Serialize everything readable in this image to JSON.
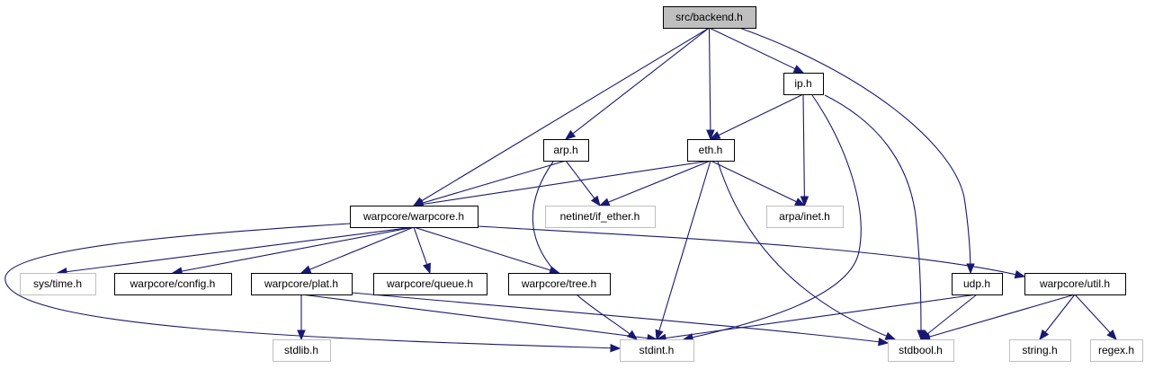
{
  "nodes": [
    {
      "id": "backend",
      "label": "src/backend.h",
      "style": "root"
    },
    {
      "id": "ip",
      "label": "ip.h",
      "style": "dark"
    },
    {
      "id": "arp",
      "label": "arp.h",
      "style": "dark"
    },
    {
      "id": "eth",
      "label": "eth.h",
      "style": "dark"
    },
    {
      "id": "warpcore",
      "label": "warpcore/warpcore.h",
      "style": "dark"
    },
    {
      "id": "if_ether",
      "label": "netinet/if_ether.h",
      "style": "ext"
    },
    {
      "id": "inet",
      "label": "arpa/inet.h",
      "style": "ext"
    },
    {
      "id": "systime",
      "label": "sys/time.h",
      "style": "ext"
    },
    {
      "id": "config",
      "label": "warpcore/config.h",
      "style": "dark"
    },
    {
      "id": "plat",
      "label": "warpcore/plat.h",
      "style": "dark"
    },
    {
      "id": "queue",
      "label": "warpcore/queue.h",
      "style": "dark"
    },
    {
      "id": "tree",
      "label": "warpcore/tree.h",
      "style": "dark"
    },
    {
      "id": "udp",
      "label": "udp.h",
      "style": "dark"
    },
    {
      "id": "util",
      "label": "warpcore/util.h",
      "style": "dark"
    },
    {
      "id": "stdlib",
      "label": "stdlib.h",
      "style": "ext"
    },
    {
      "id": "stdint",
      "label": "stdint.h",
      "style": "ext"
    },
    {
      "id": "stdbool",
      "label": "stdbool.h",
      "style": "ext"
    },
    {
      "id": "string",
      "label": "string.h",
      "style": "ext"
    },
    {
      "id": "regex",
      "label": "regex.h",
      "style": "ext"
    }
  ],
  "edges": [
    {
      "from": "backend",
      "to": "warpcore"
    },
    {
      "from": "backend",
      "to": "arp"
    },
    {
      "from": "backend",
      "to": "eth"
    },
    {
      "from": "backend",
      "to": "ip"
    },
    {
      "from": "backend",
      "to": "udp"
    },
    {
      "from": "ip",
      "to": "eth"
    },
    {
      "from": "ip",
      "to": "inet"
    },
    {
      "from": "ip",
      "to": "stdint"
    },
    {
      "from": "ip",
      "to": "stdbool"
    },
    {
      "from": "arp",
      "to": "warpcore"
    },
    {
      "from": "arp",
      "to": "if_ether"
    },
    {
      "from": "arp",
      "to": "stdint"
    },
    {
      "from": "eth",
      "to": "warpcore"
    },
    {
      "from": "eth",
      "to": "if_ether"
    },
    {
      "from": "eth",
      "to": "inet"
    },
    {
      "from": "eth",
      "to": "stdint"
    },
    {
      "from": "eth",
      "to": "stdbool"
    },
    {
      "from": "warpcore",
      "to": "systime"
    },
    {
      "from": "warpcore",
      "to": "config"
    },
    {
      "from": "warpcore",
      "to": "plat"
    },
    {
      "from": "warpcore",
      "to": "queue"
    },
    {
      "from": "warpcore",
      "to": "tree"
    },
    {
      "from": "warpcore",
      "to": "util"
    },
    {
      "from": "warpcore",
      "to": "stdint"
    },
    {
      "from": "plat",
      "to": "stdlib"
    },
    {
      "from": "plat",
      "to": "stdint"
    },
    {
      "from": "plat",
      "to": "stdbool"
    },
    {
      "from": "udp",
      "to": "stdint"
    },
    {
      "from": "udp",
      "to": "stdbool"
    },
    {
      "from": "util",
      "to": "stdbool"
    },
    {
      "from": "util",
      "to": "string"
    },
    {
      "from": "util",
      "to": "regex"
    }
  ],
  "colors": {
    "edge": "#191970",
    "root_fill": "#bfbfbf",
    "ext_border": "#bfbfbf",
    "node_border": "#000000"
  }
}
